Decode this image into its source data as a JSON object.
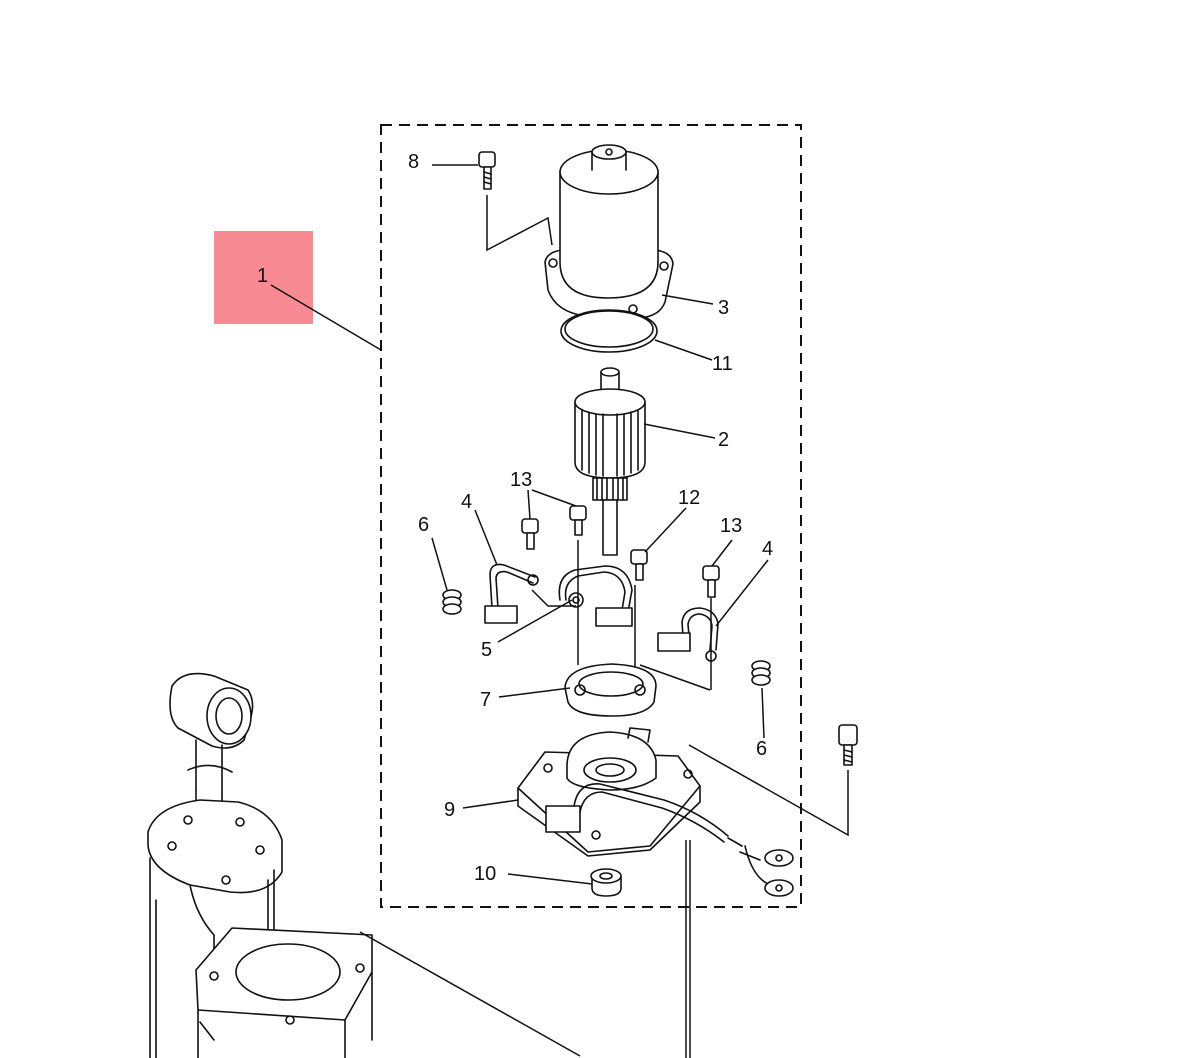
{
  "diagram": {
    "highlight_color": "#f78a93",
    "callouts": [
      {
        "id": "c1",
        "text": "1"
      },
      {
        "id": "c2",
        "text": "2"
      },
      {
        "id": "c3",
        "text": "3"
      },
      {
        "id": "c4a",
        "text": "4"
      },
      {
        "id": "c4b",
        "text": "4"
      },
      {
        "id": "c5",
        "text": "5"
      },
      {
        "id": "c6a",
        "text": "6"
      },
      {
        "id": "c6b",
        "text": "6"
      },
      {
        "id": "c7",
        "text": "7"
      },
      {
        "id": "c8",
        "text": "8"
      },
      {
        "id": "c9",
        "text": "9"
      },
      {
        "id": "c10",
        "text": "10"
      },
      {
        "id": "c11",
        "text": "11"
      },
      {
        "id": "c12",
        "text": "12"
      },
      {
        "id": "c13a",
        "text": "13"
      },
      {
        "id": "c13b",
        "text": "13"
      }
    ]
  }
}
